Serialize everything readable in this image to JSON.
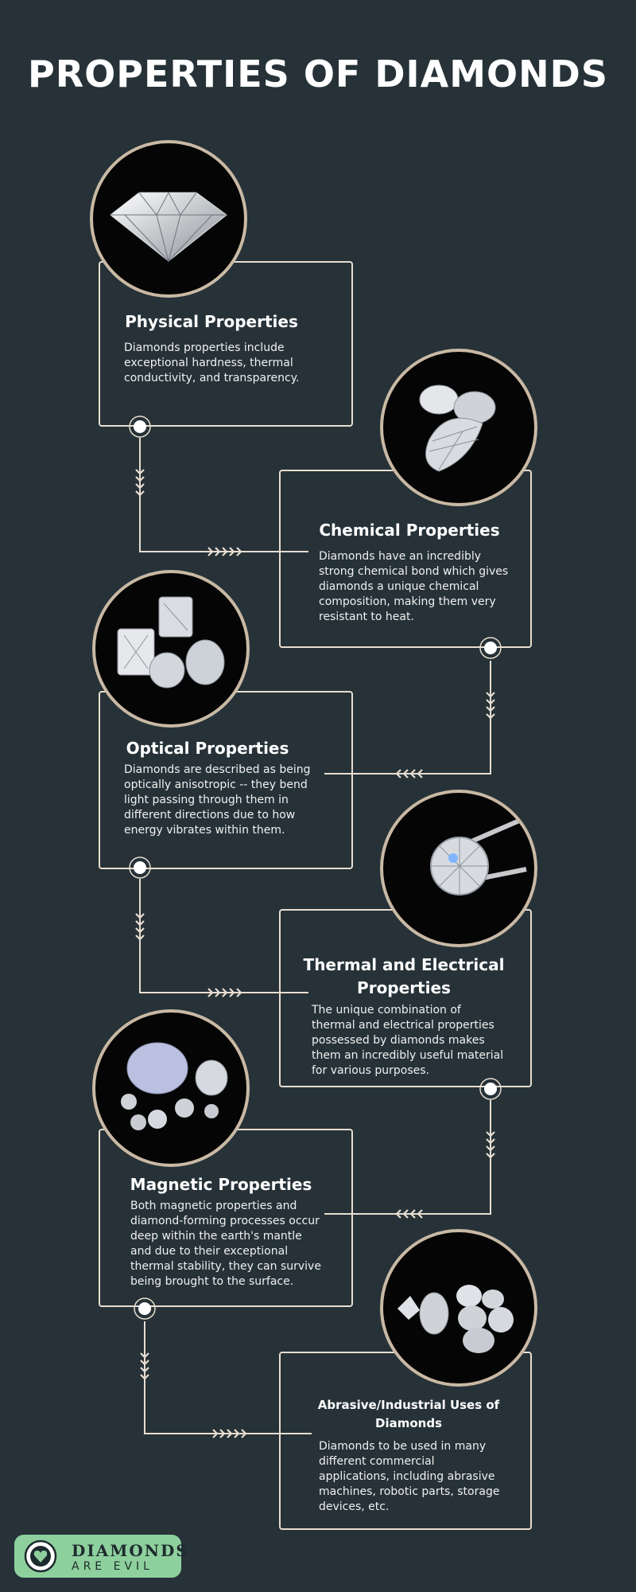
{
  "title": "PROPERTIES OF DIAMONDS",
  "sections": [
    {
      "heading": "Physical Properties",
      "body": "Diamonds properties include exceptional hardness, thermal conductivity, and transparency.",
      "image_icon": "single-diamond-icon"
    },
    {
      "heading": "Chemical Properties",
      "body": "Diamonds have an incredibly strong chemical bond which gives diamonds a unique chemical composition, making them very resistant to heat.",
      "image_icon": "loose-diamonds-icon"
    },
    {
      "heading": "Optical Properties",
      "body": " Diamonds are described as being optically anisotropic -- they bend light passing through them in different directions due to how energy vibrates within them.",
      "image_icon": "cut-diamonds-icon"
    },
    {
      "heading": "Thermal and Electrical Properties",
      "body": "The unique combination of thermal and electrical properties possessed by diamonds makes them an incredibly useful material for various purposes.",
      "image_icon": "diamond-in-tweezers-icon"
    },
    {
      "heading": "Magnetic Properties",
      "body": "Both magnetic properties and diamond-forming processes occur deep within the earth's mantle and due to their exceptional thermal stability, they can survive being brought to the surface.",
      "image_icon": "scattered-diamonds-icon"
    },
    {
      "heading": "Abrasive/Industrial Uses of Diamonds",
      "body": "Diamonds to be used in many different commercial applications, including abrasive machines, robotic parts, storage devices, etc.",
      "image_icon": "diamond-cluster-icon"
    }
  ],
  "logo": {
    "line1": "DIAMONDS",
    "line2": "ARE EVIL",
    "icon": "heart-diamond-logo-icon"
  },
  "colors": {
    "background": "#263238",
    "outline": "#e8ddd0",
    "circle_border": "#c9b9a4",
    "logo_bg": "#8dd09d"
  }
}
